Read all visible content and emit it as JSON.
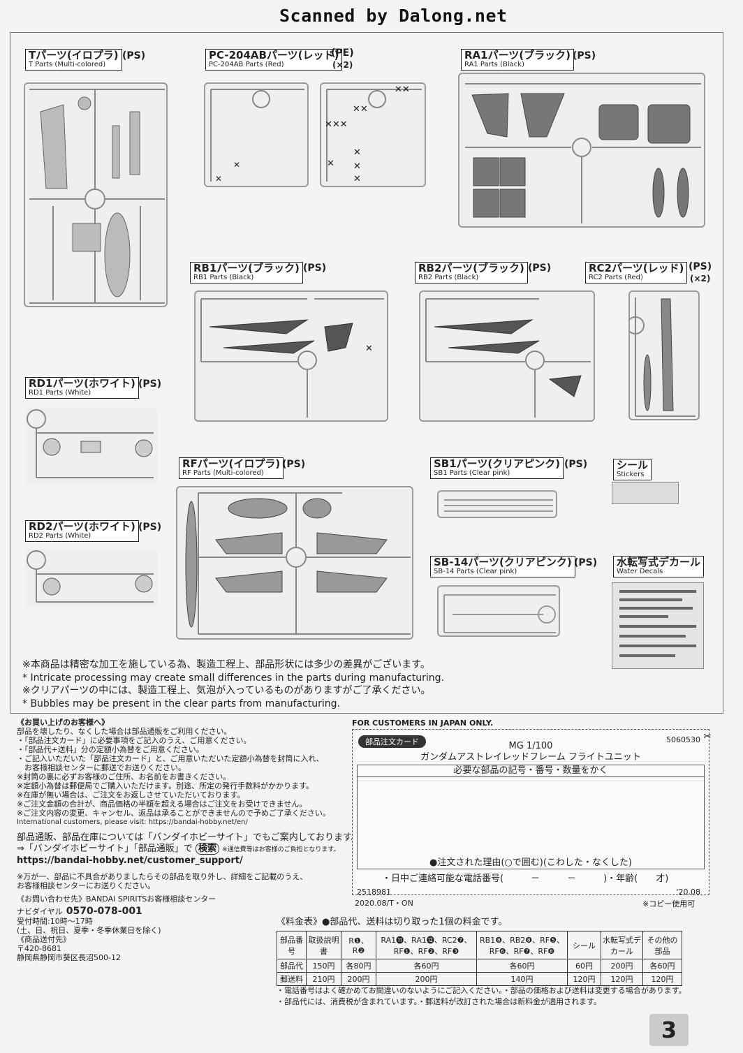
{
  "watermark": "Scanned by Dalong.net",
  "parts": {
    "t": {
      "jp": "Tパーツ(イロプラ)",
      "en": "T Parts (Multi-colored)",
      "mat": "(PS)"
    },
    "pc204": {
      "jp": "PC-204ABパーツ(レッド)",
      "en": "PC-204AB Parts (Red)",
      "mat": "(PE)",
      "mult": "(×2)"
    },
    "ra1": {
      "jp": "RA1パーツ(ブラック)",
      "en": "RA1 Parts (Black)",
      "mat": "(PS)"
    },
    "rb1": {
      "jp": "RB1パーツ(ブラック)",
      "en": "RB1 Parts (Black)",
      "mat": "(PS)"
    },
    "rb2": {
      "jp": "RB2パーツ(ブラック)",
      "en": "RB2 Parts (Black)",
      "mat": "(PS)"
    },
    "rc2": {
      "jp": "RC2パーツ(レッド)",
      "en": "RC2 Parts (Red)",
      "mat": "(PS)",
      "mult": "(×2)"
    },
    "rd1": {
      "jp": "RD1パーツ(ホワイト)",
      "en": "RD1 Parts (White)",
      "mat": "(PS)"
    },
    "rd2": {
      "jp": "RD2パーツ(ホワイト)",
      "en": "RD2 Parts (White)",
      "mat": "(PS)"
    },
    "rf": {
      "jp": "RFパーツ(イロプラ)",
      "en": "RF Parts (Multi-colored)",
      "mat": "(PS)"
    },
    "sb1": {
      "jp": "SB1パーツ(クリアピンク)",
      "en": "SB1 Parts (Clear pink)",
      "mat": "(PS)"
    },
    "sb14": {
      "jp": "SB-14パーツ(クリアピンク)",
      "en": "SB-14 Parts (Clear pink)",
      "mat": "(PS)"
    },
    "seal": {
      "jp": "シール",
      "en": "Stickers"
    },
    "decal": {
      "jp": "水転写式デカール",
      "en": "Water Decals"
    }
  },
  "notes": [
    "※本商品は精密な加工を施している為、製造工程上、部品形状には多少の差異がございます。",
    "* Intricate processing may create small differences in the parts during manufacturing.",
    "※クリアパーツの中には、製造工程上、気泡が入っているものがありますがご了承ください。",
    "* Bubbles may be present in the clear parts from manufacturing."
  ],
  "customer": {
    "heading": "《お買い上げのお客様へ》",
    "lines": [
      "部品を壊したり、なくした場合は部品通販をご利用ください。",
      "・「部品注文カード」に必要事項をご記入のうえ、ご用意ください。",
      "・「部品代+送料」分の定額小為替をご用意ください。",
      "・ご記入いただいた「部品注文カード」と、ご用意いただいた定額小為替を封筒に入れ、",
      "　お客様相談センターに郵送でお送りください。",
      "※封筒の裏に必ずお客様のご住所、お名前をお書きください。",
      "※定額小為替は郵便局でご購入いただけます。別途、所定の発行手数料がかかります。",
      "※在庫が無い場合は、ご注文をお返しさせていただいております。",
      "※ご注文金額の合計が、商品価格の半額を超える場合はご注文をお受けできません。",
      "※ご注文内容の変更、キャンセル、返品は承ることができませんので予めご了承ください。"
    ],
    "intl": "International customers, please visit: https://bandai-hobby.net/en/",
    "site1": "部品通販、部品在庫については「バンダイホビーサイト」でもご案内しております。",
    "site2a": "⇒「バンダイホビーサイト」「部品通販」で",
    "search": "検索",
    "site2b": "※通信費等はお客様のご負担となります。",
    "url": "https://bandai-hobby.net/customer_support/",
    "defect1": "※万が一、部品に不具合がありましたらその部品を取り外し、詳細をご記載のうえ、",
    "defect2": "お客様相談センターにお送りください。",
    "contact_head": "《お問い合わせ先》BANDAI SPIRITSお客様相談センター",
    "dial_label": "ナビダイヤル",
    "dial": "0570-078-001",
    "hours1": "受付時間:10時〜17時",
    "hours2": "(土、日、祝日、夏季・冬季休業日を除く)",
    "send_head": "《商品送付先》",
    "zip": "〒420-8681",
    "addr": "静岡県静岡市葵区長沼500-12"
  },
  "card": {
    "for_japan": "FOR CUSTOMERS IN JAPAN ONLY.",
    "badge": "部品注文カード",
    "code": "5060530",
    "model": "MG 1/100",
    "product": "ガンダムアストレイレッドフレーム フライトユニット",
    "instruction": "必要な部品の記号・番号・数量をかく",
    "reason": "●注文された理由(○で囲む)(こわした・なくした)",
    "phone": "・日中ご連絡可能な電話番号(　　　－　　　－　　　)・年齢(　　才)",
    "num": "2518981",
    "date": "'20.08",
    "print": "2020.08/T・ON",
    "copy": "※コピー使用可"
  },
  "price": {
    "heading": "《料金表》●部品代、送料は切り取った1個の料金です。",
    "headers": [
      "部品番号",
      "取扱説明書",
      "R❶、R❷",
      "RA1⓫、RA1⓬、RC2❼、RF❶、RF❷、RF❸",
      "RB1❽、RB2❽、RF❺、RF❻、RF❼、RF❽",
      "シール",
      "水転写式デカール",
      "その他の部品"
    ],
    "row1": [
      "部品代",
      "150円",
      "各80円",
      "各60円",
      "各60円",
      "60円",
      "200円",
      "各60円"
    ],
    "row2": [
      "郵送料",
      "210円",
      "200円",
      "200円",
      "140円",
      "120円",
      "120円",
      "120円"
    ],
    "foot1": "・電話番号はよく確かめてお間違いのないようにご記入ください。・部品の価格および送料は変更する場合があります。",
    "foot2": "・部品代には、消費税が含まれています。・郵送料が改訂された場合は新料金が適用されます。"
  },
  "page_number": "3"
}
